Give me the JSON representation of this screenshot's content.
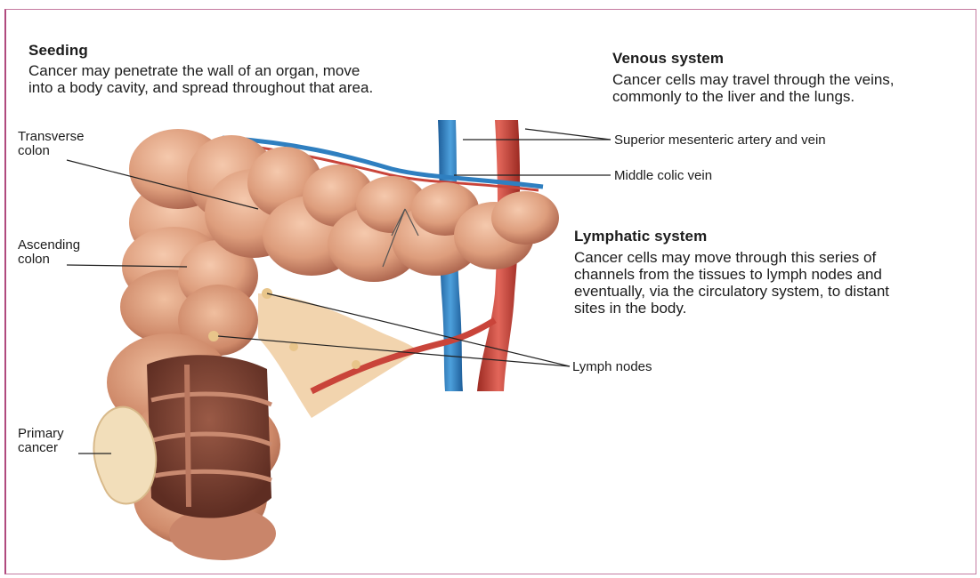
{
  "seeding": {
    "heading": "Seeding",
    "text": "Cancer may penetrate the wall of an organ, move\ninto a body cavity, and spread throughout that area."
  },
  "venous": {
    "heading": "Venous system",
    "text": "Cancer cells may travel through the veins,\ncommonly to the liver and the lungs."
  },
  "lymphatic": {
    "heading": "Lymphatic system",
    "text": "Cancer cells may move through this series of\nchannels from the tissues to lymph nodes and\neventually, via the circulatory system, to distant\nsites in the body."
  },
  "labels": {
    "transverse_colon": "Transverse\ncolon",
    "ascending_colon": "Ascending\ncolon",
    "primary_cancer": "Primary\ncancer",
    "sma_vein": "Superior mesenteric artery and vein",
    "middle_colic_vein": "Middle colic vein",
    "lymph_nodes": "Lymph nodes"
  },
  "colors": {
    "frame_border": "#b04a7e",
    "colon": "#d99a78",
    "vein": "#2f7fc0",
    "artery": "#c9443a",
    "cancer": "#f2deba"
  }
}
